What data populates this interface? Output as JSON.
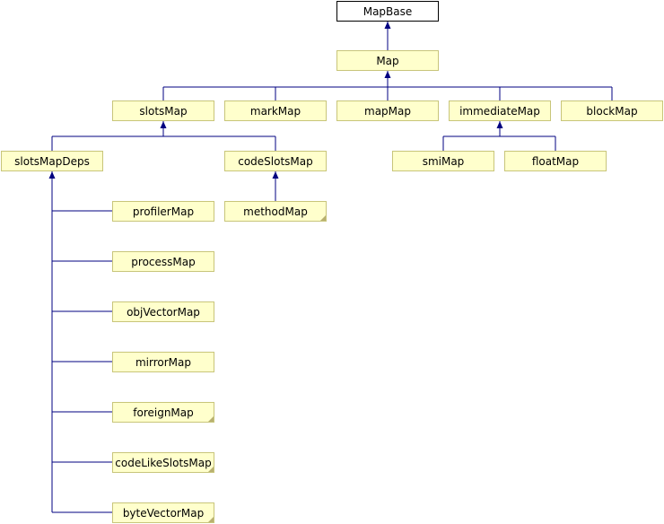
{
  "diagram": {
    "nodes": {
      "MapBase": "MapBase",
      "Map": "Map",
      "slotsMap": "slotsMap",
      "markMap": "markMap",
      "mapMap": "mapMap",
      "immediateMap": "immediateMap",
      "blockMap": "blockMap",
      "slotsMapDeps": "slotsMapDeps",
      "codeSlotsMap": "codeSlotsMap",
      "smiMap": "smiMap",
      "floatMap": "floatMap",
      "profilerMap": "profilerMap",
      "methodMap": "methodMap",
      "processMap": "processMap",
      "objVectorMap": "objVectorMap",
      "mirrorMap": "mirrorMap",
      "foreignMap": "foreignMap",
      "codeLikeSlotsMap": "codeLikeSlotsMap",
      "byteVectorMap": "byteVectorMap"
    },
    "edges": [
      [
        "Map",
        "MapBase"
      ],
      [
        "slotsMap",
        "Map"
      ],
      [
        "markMap",
        "Map"
      ],
      [
        "mapMap",
        "Map"
      ],
      [
        "immediateMap",
        "Map"
      ],
      [
        "blockMap",
        "Map"
      ],
      [
        "slotsMapDeps",
        "slotsMap"
      ],
      [
        "codeSlotsMap",
        "slotsMap"
      ],
      [
        "smiMap",
        "immediateMap"
      ],
      [
        "floatMap",
        "immediateMap"
      ],
      [
        "methodMap",
        "codeSlotsMap"
      ],
      [
        "profilerMap",
        "slotsMapDeps"
      ],
      [
        "processMap",
        "slotsMapDeps"
      ],
      [
        "objVectorMap",
        "slotsMapDeps"
      ],
      [
        "mirrorMap",
        "slotsMapDeps"
      ],
      [
        "foreignMap",
        "slotsMapDeps"
      ],
      [
        "codeLikeSlotsMap",
        "slotsMapDeps"
      ],
      [
        "byteVectorMap",
        "slotsMapDeps"
      ]
    ],
    "colors": {
      "node_fill": "#ffffcc",
      "node_border": "#c8c57a",
      "root_fill": "#ffffff",
      "edge": "#000080"
    }
  }
}
